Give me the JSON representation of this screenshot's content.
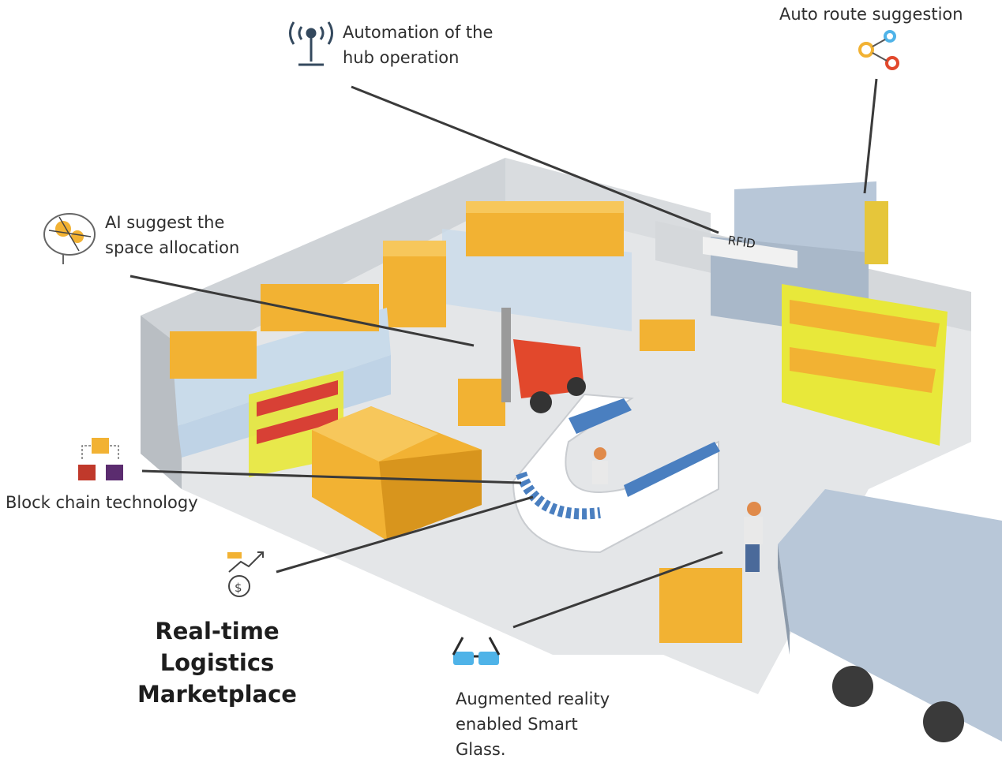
{
  "callouts": {
    "automation": {
      "lines": [
        "Automation of the",
        "hub operation"
      ],
      "icon": "antenna-icon"
    },
    "auto_route": {
      "lines": [
        "Auto route suggestion"
      ],
      "icon": "route-nodes-icon"
    },
    "ai_space": {
      "lines": [
        "AI suggest the",
        "space allocation"
      ],
      "icon": "ai-brain-icon"
    },
    "blockchain": {
      "lines": [
        "Block chain technology"
      ],
      "icon": "blockchain-cubes-icon"
    },
    "marketplace": {
      "lines": [
        "Real-time",
        "Logistics",
        "Marketplace"
      ],
      "icon": "money-growth-icon"
    },
    "smart_glass": {
      "lines": [
        "Augmented reality",
        "enabled Smart",
        "Glass."
      ],
      "icon": "smart-glasses-icon"
    }
  },
  "scene": {
    "rfid_label": "RFID",
    "colors": {
      "box": "#f2b233",
      "box_dark": "#d8951d",
      "floor": "#e4e6e8",
      "wall": "#d5d8db",
      "shelf": "#bfd3e6",
      "rack_yellow": "#e8e83a",
      "conveyor_blue": "#4a7fc0",
      "forklift_red": "#e2482c",
      "truck": "#b8c7d8",
      "leader_line": "#3a3a3a"
    }
  }
}
